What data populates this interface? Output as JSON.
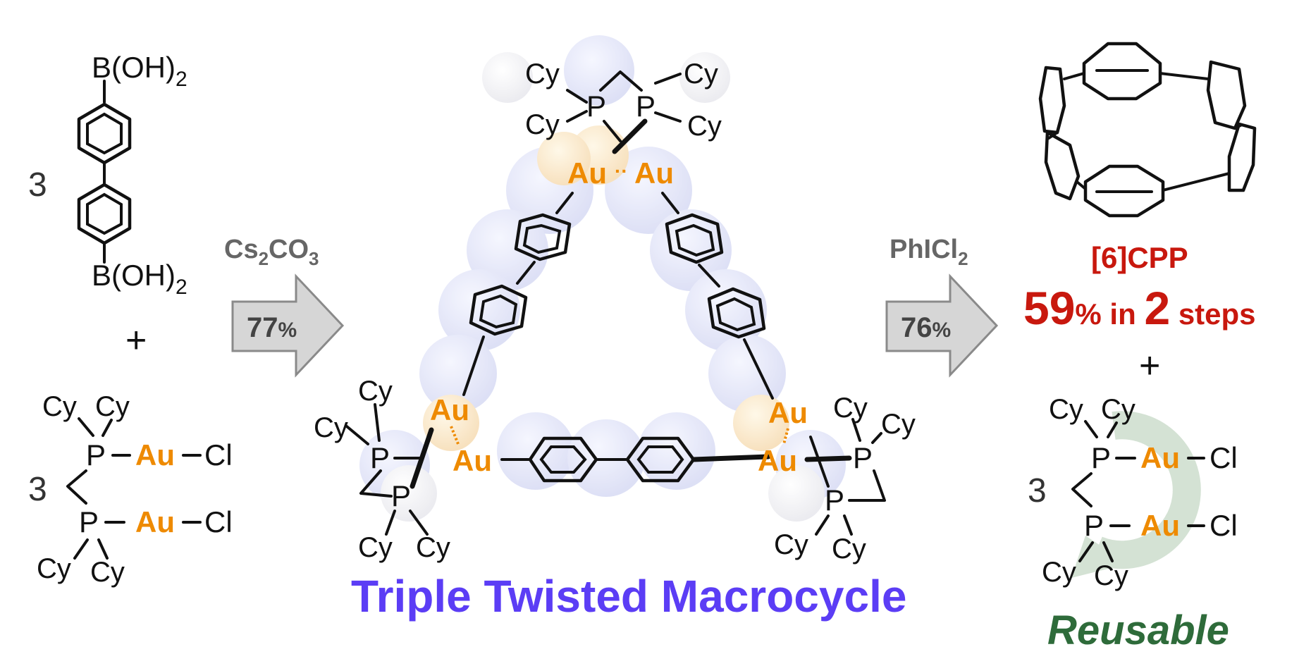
{
  "reactant1": {
    "coefficient": "3",
    "top_group": "B(OH)",
    "top_sub": "2",
    "bottom_group": "B(OH)",
    "bottom_sub": "2"
  },
  "plus_left": "+",
  "reactant2": {
    "coefficient": "3",
    "p_label": "P",
    "au_label": "Au",
    "cl_label": "Cl",
    "cy_label": "Cy"
  },
  "step1": {
    "reagent_main": "Cs",
    "reagent_sub1": "2",
    "reagent_mid": "CO",
    "reagent_sub2": "3",
    "yield": "77",
    "yield_unit": "%"
  },
  "macrocycle": {
    "title": "Triple Twisted Macrocycle",
    "au_label": "Au",
    "p_label": "P",
    "cy_label": "Cy",
    "dots": "··"
  },
  "step2": {
    "reagent_main": "PhICl",
    "reagent_sub": "2",
    "yield": "76",
    "yield_unit": "%"
  },
  "product": {
    "name": "[6]CPP",
    "yield_value": "59",
    "yield_mid": "% in ",
    "steps_value": "2",
    "steps_label": " steps",
    "plus": "+",
    "coefficient": "3",
    "reusable": "Reusable",
    "p_label": "P",
    "au_label": "Au",
    "cl_label": "Cl",
    "cy_label": "Cy"
  },
  "colors": {
    "gold": "#ee8a00",
    "macrocycle_title": "#5b3df5",
    "product_red": "#c8180e",
    "reusable_green": "#2e6b3a",
    "arrow_fill": "#d6d6d6",
    "space_fill_blue": "#b4bbf0"
  }
}
